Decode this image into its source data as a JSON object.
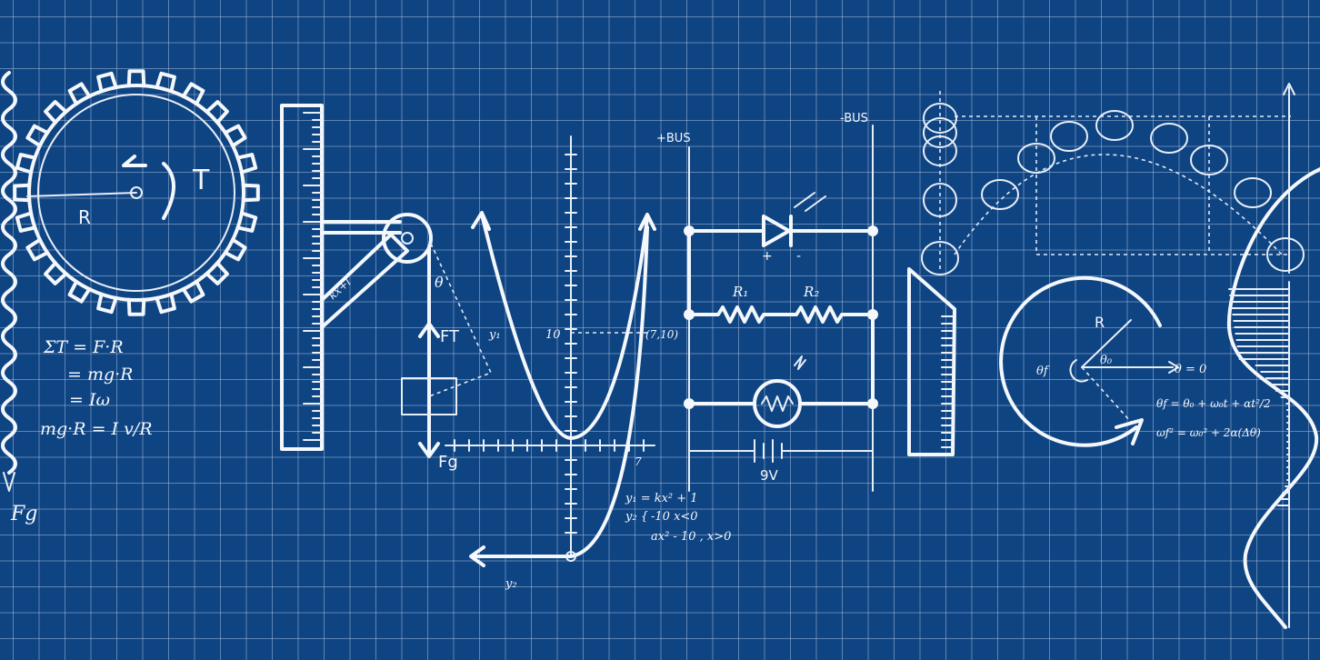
{
  "labels": {
    "gear_radius": "R",
    "gear_torque": "T",
    "eq1": "ΣT = F·R",
    "eq2": "= mg·R",
    "eq3": "= Iω",
    "eq4": "mg·R = I v/R",
    "force_g_left": "Fg",
    "pulley_label": "θ",
    "force_t": "FT",
    "force_g": "Fg",
    "graph_y1": "y₁",
    "graph_tick_10": "10",
    "graph_point": "(7,10)",
    "graph_tick_7": "7",
    "graph_y2": "y₂",
    "graph_eq1": "y₁ = kx² + 1",
    "graph_eq2a": "-10  x<0",
    "graph_eq2b": "ax² - 10 ,  x>0",
    "bus_plus": "+BUS",
    "bus_minus": "-BUS",
    "r1": "R₁",
    "r2": "R₂",
    "battery": "9V",
    "diode_plus": "+",
    "diode_minus": "-",
    "circle_r": "R",
    "theta_f": "θf",
    "theta_0": "θ₀",
    "theta_zero": "θ = 0",
    "kin1": "θf = θ₀ + ω₀t + αt²/2",
    "kin2": "ωf² = ω₀² + 2α(Δθ)"
  },
  "icons": [
    "gear-icon",
    "ruler-icon",
    "pulley-icon",
    "parabola-graph-icon",
    "circuit-icon",
    "pendulum-icon",
    "rotation-circle-icon",
    "wave-icon"
  ]
}
